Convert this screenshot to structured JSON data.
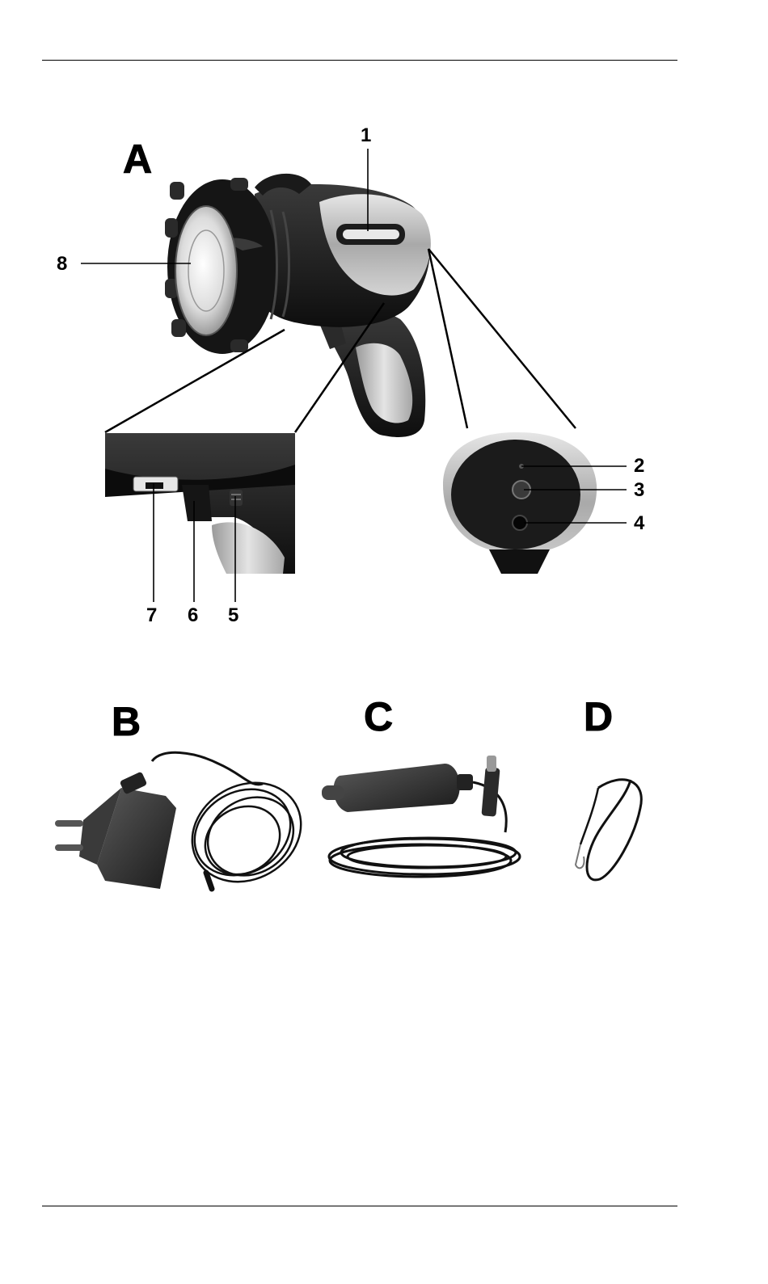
{
  "figure": {
    "panels": {
      "a": "A",
      "b": "B",
      "c": "C",
      "d": "D"
    },
    "callouts": {
      "n1": "1",
      "n2": "2",
      "n3": "3",
      "n4": "4",
      "n5": "5",
      "n6": "6",
      "n7": "7",
      "n8": "8"
    },
    "colors": {
      "ink": "#000000",
      "body_dark": "#1e1e1e",
      "body_silver": "#b8b8b8",
      "grip_grey": "#c8c8c8"
    }
  }
}
